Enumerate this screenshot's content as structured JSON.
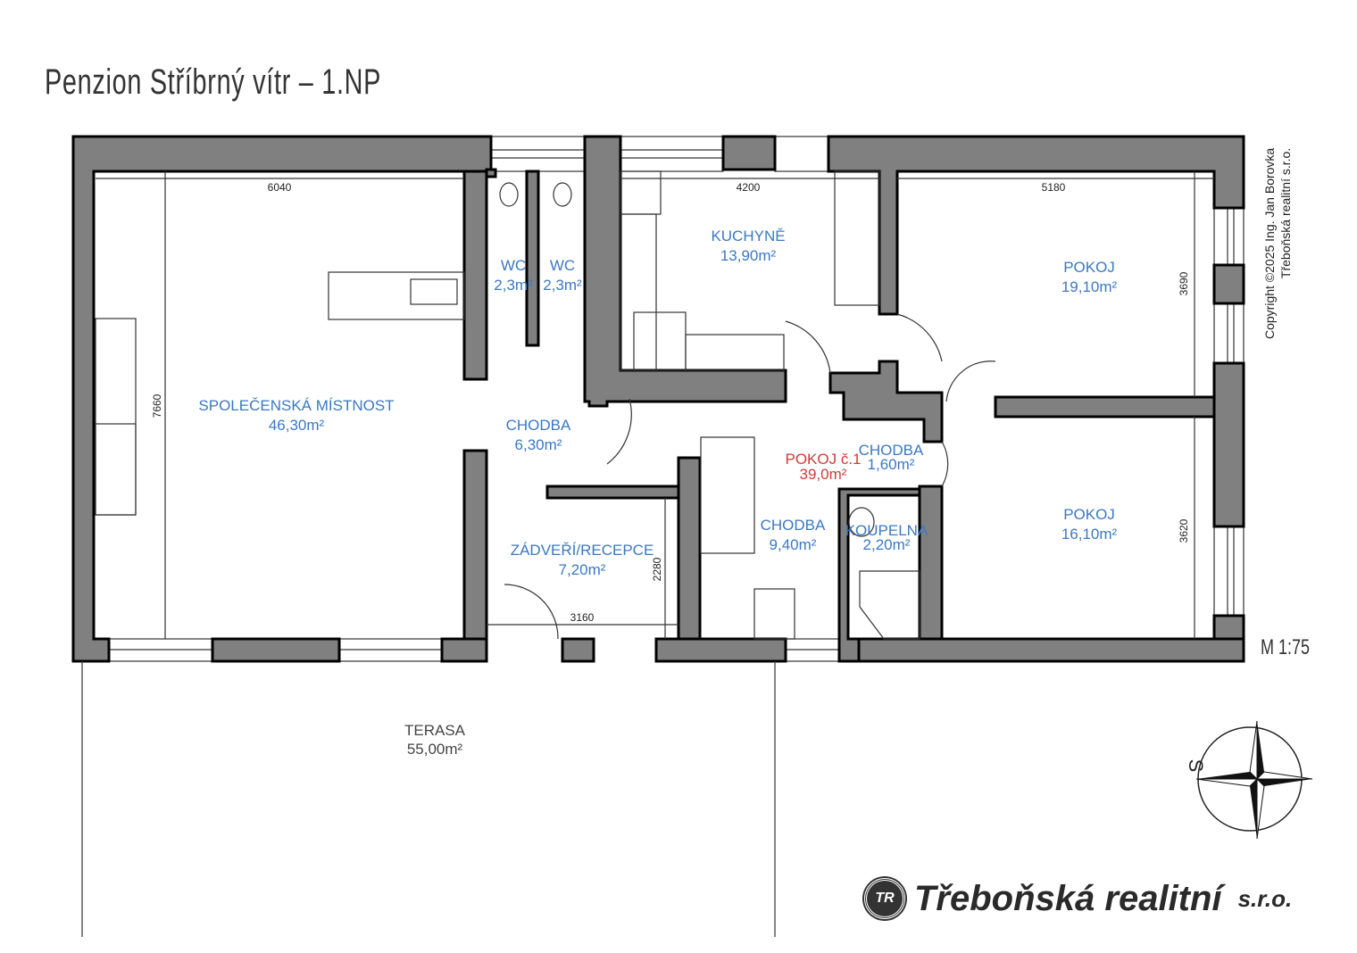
{
  "title": "Penzion Stříbrný vítr – 1.NP",
  "rooms": {
    "spolecenska": {
      "name": "SPOLEČENSKÁ MÍSTNOST",
      "area": "46,30m²"
    },
    "wc1": {
      "name": "WC",
      "area": "2,3m²"
    },
    "wc2": {
      "name": "WC",
      "area": "2,3m²"
    },
    "kuchyne": {
      "name": "KUCHYNĚ",
      "area": "13,90m²"
    },
    "pokoj_top": {
      "name": "POKOJ",
      "area": "19,10m²"
    },
    "pokoj_bottom": {
      "name": "POKOJ",
      "area": "16,10m²"
    },
    "chodba1": {
      "name": "CHODBA",
      "area": "6,30m²"
    },
    "zadveri": {
      "name": "ZÁDVEŘÍ/RECEPCE",
      "area": "7,20m²"
    },
    "chodba2": {
      "name": "CHODBA",
      "area": "9,40m²"
    },
    "pokoj_c1": {
      "name": "POKOJ č.1",
      "area": "39,0m²"
    },
    "chodba3": {
      "name": "CHODBA",
      "area": "1,60m²"
    },
    "koupelna": {
      "name": "KOUPELNA",
      "area": "2,20m²"
    },
    "terasa": {
      "name": "TERASA",
      "area": "55,00m²"
    }
  },
  "dimensions": {
    "d6040": "6040",
    "d4200": "4200",
    "d5180": "5180",
    "d7660": "7660",
    "d3690": "3690",
    "d3620": "3620",
    "d2280": "2280",
    "d3160": "3160"
  },
  "copyright": {
    "line1": "Copyright ©2025 Ing. Jan Borovka",
    "line2": "Třeboňská realitní s.r.o."
  },
  "scale": "M 1:75",
  "compass": {
    "label": "S"
  },
  "logo": {
    "mark": "TR",
    "name": "Třeboňská realitní",
    "suffix": "s.r.o."
  },
  "colors": {
    "label": "#3b78c2",
    "highlight": "#d23a3a",
    "wall": "#808080"
  }
}
